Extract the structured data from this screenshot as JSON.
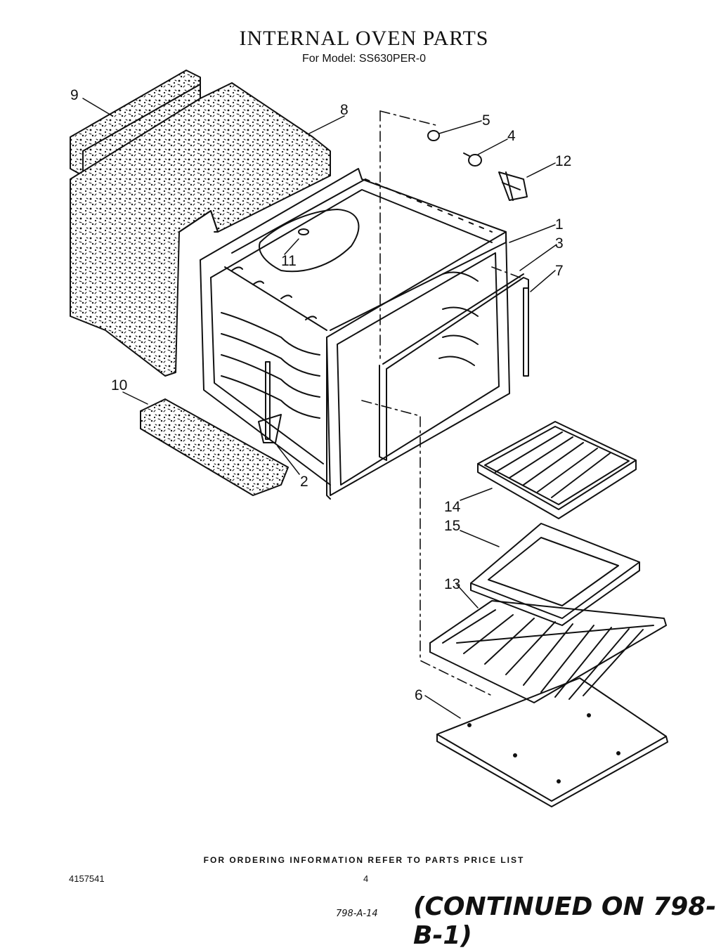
{
  "title": "INTERNAL OVEN PARTS",
  "subtitle": "For Model: SS630PER-0",
  "footer_note": "FOR ORDERING INFORMATION REFER TO PARTS PRICE LIST",
  "doc_number": "4157541",
  "page_number": "4",
  "handwritten_ref": "798-A-14",
  "continued_note": "(CONTINUED ON 798-B-1)",
  "callouts": {
    "c1": "1",
    "c2": "2",
    "c3": "3",
    "c4": "4",
    "c5": "5",
    "c6": "6",
    "c7": "7",
    "c8": "8",
    "c9": "9",
    "c10": "10",
    "c11": "11",
    "c12": "12",
    "c13": "13",
    "c14": "14",
    "c15": "15"
  },
  "colors": {
    "ink": "#111111",
    "paper": "#ffffff"
  }
}
